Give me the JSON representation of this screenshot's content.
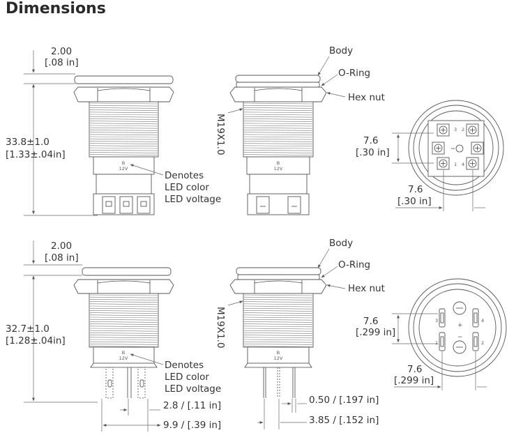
{
  "title": "Dimensions",
  "top": {
    "cap_dim": "2.00",
    "cap_dim_in": "[.08 in]",
    "height_dim": "33.8±1.0",
    "height_dim_in": "[1.33±.04in]",
    "led_marking": "B",
    "led_voltage_marking": "12V",
    "denotes": [
      "Denotes",
      "LED color",
      "LED voltage"
    ],
    "thread": "M19X1.0",
    "body": "Body",
    "oring": "O-Ring",
    "hexnut": "Hex nut",
    "pin_v": "7.6",
    "pin_v_in": "[.30 in]",
    "pin_h": "7.6",
    "pin_h_in": "[.30 in]",
    "term_nums": [
      "3",
      "1",
      "4",
      "2"
    ]
  },
  "bottom": {
    "cap_dim": "2.00",
    "cap_dim_in": "[.08 in]",
    "height_dim": "32.7±1.0",
    "height_dim_in": "[1.28±.04in]",
    "led_marking": "B",
    "led_voltage_marking": "12V",
    "denotes": [
      "Denotes",
      "LED color",
      "LED voltage"
    ],
    "thread": "M19X1.0",
    "body": "Body",
    "oring": "O-Ring",
    "hexnut": "Hex nut",
    "pin_v": "7.6",
    "pin_v_in": "[.299 in]",
    "pin_h": "7.6",
    "pin_h_in": "[.299 in]",
    "term_nums": [
      "3",
      "1",
      "4",
      "2"
    ],
    "term_width": "2.8 / [.11 in]",
    "term_span": "9.9 / [.39 in]",
    "term_thick": "0.50 / [.197 in]",
    "term_offset": "3.85 / [.152 in]"
  }
}
